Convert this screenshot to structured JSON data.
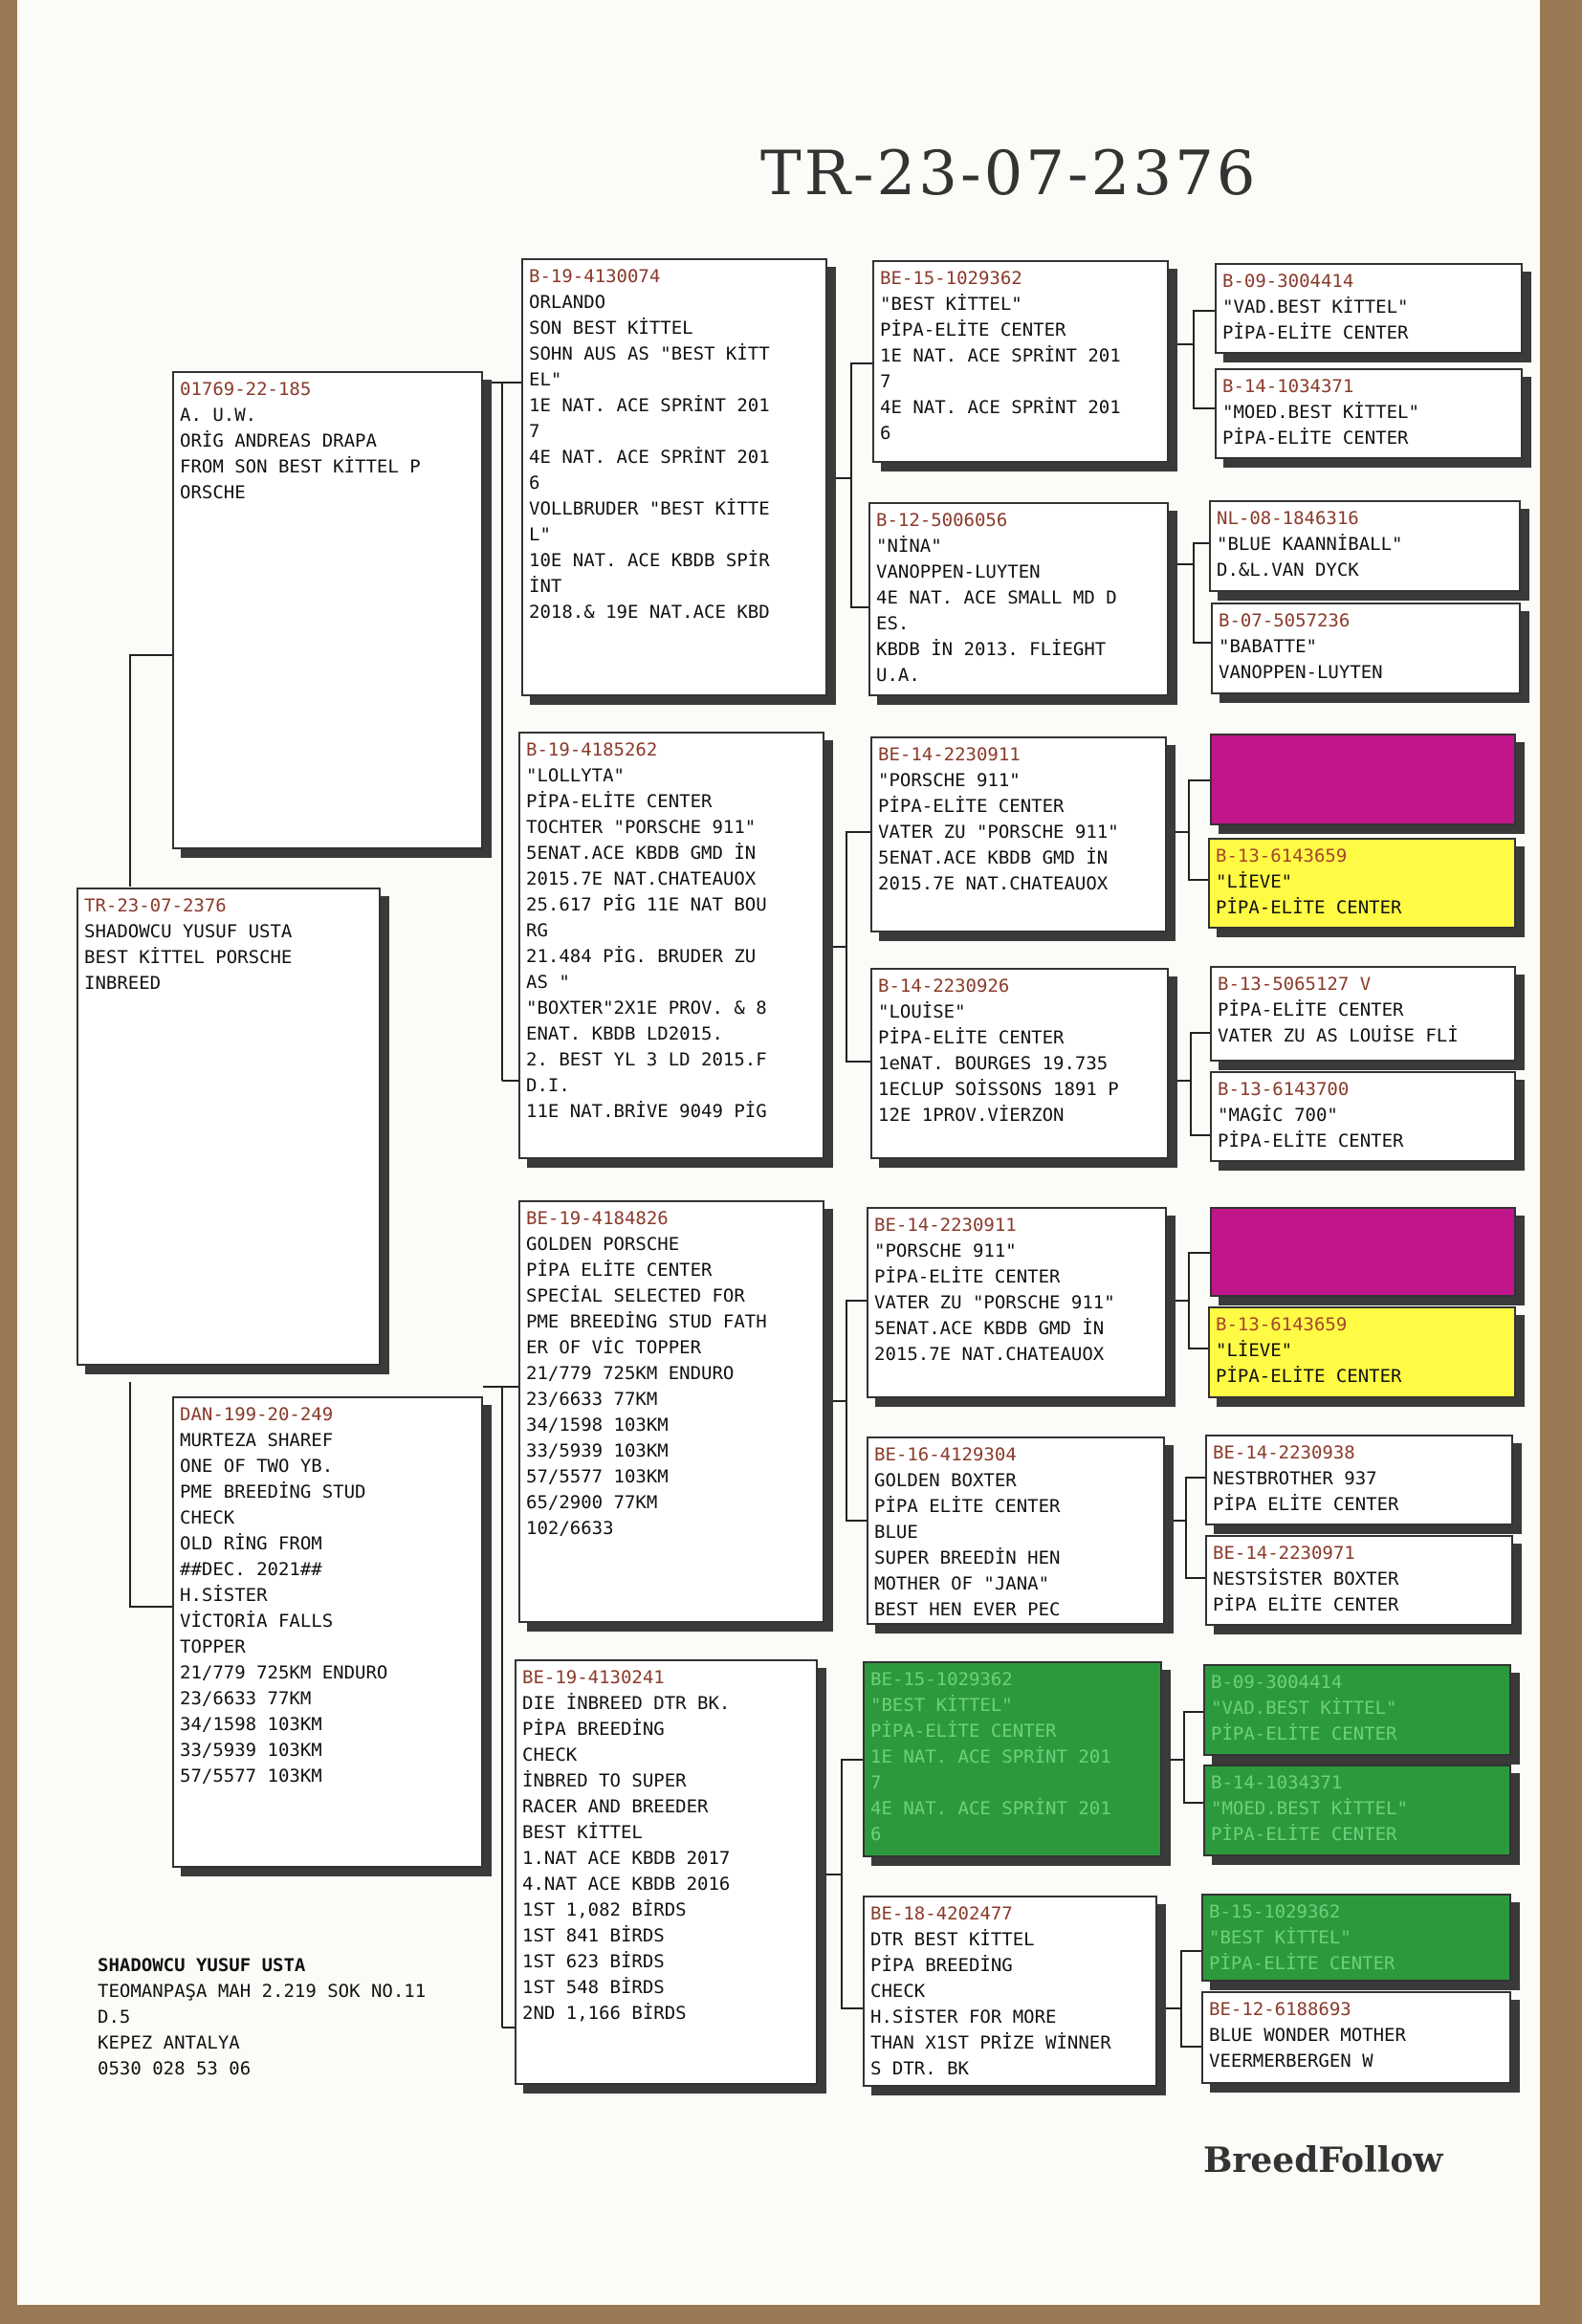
{
  "title": "TR-23-07-2376",
  "subject": {
    "ring": "TR-23-07-2376",
    "lines": [
      "SHADOWCU YUSUF USTA",
      "BEST KİTTEL PORSCHE",
      "INBREED"
    ]
  },
  "sire": {
    "ring": "01769-22-185",
    "lines": [
      "A. U.W.",
      "ORİG ANDREAS DRAPA",
      "FROM SON BEST KİTTEL P",
      "ORSCHE"
    ]
  },
  "dam": {
    "ring": "DAN-199-20-249",
    "lines": [
      "MURTEZA SHAREF",
      "ONE OF TWO YB.",
      "PME BREEDİNG STUD",
      "CHECK",
      "OLD RİNG FROM",
      "##DEC. 2021##",
      "H.SİSTER",
      "VİCTORİA FALLS",
      "TOPPER",
      "21/779 725KM ENDURO",
      "23/6633 77KM",
      "34/1598 103KM",
      "33/5939 103KM",
      "57/5577 103KM"
    ]
  },
  "g2": [
    {
      "ring": "B-19-4130074",
      "lines": [
        "ORLANDO",
        "SON BEST KİTTEL",
        "",
        "",
        "SOHN AUS AS \"BEST KİTT",
        "EL\"",
        "1E NAT. ACE SPRİNT 201",
        "7",
        "4E NAT. ACE SPRİNT 201",
        "6",
        "VOLLBRUDER \"BEST KİTTE",
        "L\"",
        "10E NAT. ACE KBDB SPİR",
        "İNT",
        "2018.& 19E NAT.ACE KBD"
      ]
    },
    {
      "ring": "B-19-4185262",
      "lines": [
        "\"LOLLYTA\"",
        "PİPA-ELİTE CENTER",
        "",
        "TOCHTER \"PORSCHE 911\"",
        "5ENAT.ACE KBDB GMD İN",
        "2015.7E NAT.CHATEAUOX",
        "25.617 PİG 11E NAT BOU",
        "RG",
        "21.484 PİG. BRUDER ZU",
        "AS \"",
        "\"BOXTER\"2X1E PROV. & 8",
        "ENAT. KBDB LD2015.",
        "2. BEST YL 3 LD 2015.F",
        "D.I.",
        "11E NAT.BRİVE 9049 PİG"
      ]
    },
    {
      "ring": "BE-19-4184826",
      "lines": [
        "GOLDEN PORSCHE",
        "PİPA ELİTE CENTER",
        "SPECİAL SELECTED FOR",
        "PME BREEDİNG STUD FATH",
        "ER OF VİC TOPPER",
        "21/779 725KM ENDURO",
        "23/6633 77KM",
        "34/1598 103KM",
        "33/5939 103KM",
        "57/5577 103KM",
        "65/2900 77KM",
        "102/6633"
      ]
    },
    {
      "ring": "BE-19-4130241",
      "lines": [
        "DIE İNBREED DTR BK.",
        "PİPA BREEDİNG",
        "CHECK",
        "İNBRED TO SUPER",
        "RACER AND BREEDER",
        "BEST KİTTEL",
        "1.NAT ACE KBDB 2017",
        "4.NAT ACE KBDB 2016",
        "1ST 1,082 BİRDS",
        "1ST 841 BİRDS",
        "1ST 623 BİRDS",
        "1ST 548 BİRDS",
        "2ND 1,166 BİRDS"
      ]
    }
  ],
  "g3": [
    {
      "ring": "BE-15-1029362",
      "lines": [
        "\"BEST KİTTEL\"",
        "PİPA-ELİTE CENTER",
        "1E NAT. ACE SPRİNT 201",
        "7",
        "4E NAT. ACE SPRİNT 201",
        "6"
      ]
    },
    {
      "ring": "B-12-5006056",
      "lines": [
        "\"NİNA\"",
        "VANOPPEN-LUYTEN",
        "4E NAT. ACE SMALL MD D",
        "ES.",
        "KBDB İN 2013. FLİEGHT",
        "U.A."
      ]
    },
    {
      "ring": "BE-14-2230911",
      "lines": [
        "\"PORSCHE 911\"",
        "PİPA-ELİTE CENTER",
        "VATER ZU \"PORSCHE 911\"",
        "",
        "5ENAT.ACE KBDB GMD İN",
        "2015.7E NAT.CHATEAUOX"
      ]
    },
    {
      "ring": "B-14-2230926",
      "lines": [
        "\"LOUİSE\"",
        "",
        "",
        "PİPA-ELİTE CENTER",
        "1eNAT. BOURGES 19.735",
        "1ECLUP SOİSSONS 1891 P",
        "12E 1PROV.VİERZON"
      ]
    },
    {
      "ring": "BE-14-2230911",
      "lines": [
        "\"PORSCHE 911\"",
        "PİPA-ELİTE CENTER",
        "VATER ZU \"PORSCHE 911\"",
        "",
        "5ENAT.ACE KBDB GMD İN",
        "2015.7E NAT.CHATEAUOX"
      ]
    },
    {
      "ring": "BE-16-4129304",
      "lines": [
        "GOLDEN BOXTER",
        "PİPA ELİTE CENTER",
        "BLUE",
        "SUPER BREEDİN HEN",
        "MOTHER OF \"JANA\"",
        "BEST HEN EVER PEC"
      ]
    },
    {
      "ring": "BE-15-1029362",
      "lines": [
        "\"BEST KİTTEL\"",
        "PİPA-ELİTE CENTER",
        "1E NAT. ACE SPRİNT 201",
        "7",
        "4E NAT. ACE SPRİNT 201",
        "6"
      ]
    },
    {
      "ring": "BE-18-4202477",
      "lines": [
        "DTR BEST KİTTEL",
        "PİPA BREEDİNG",
        "CHECK",
        "H.SİSTER FOR MORE",
        "THAN X1ST PRİZE WİNNER",
        "S DTR. BK"
      ]
    }
  ],
  "g4": [
    {
      "ring": "B-09-3004414",
      "lines": [
        "\"VAD.BEST KİTTEL\"",
        "PİPA-ELİTE CENTER"
      ]
    },
    {
      "ring": "B-14-1034371",
      "lines": [
        "\"MOED.BEST KİTTEL\"",
        "PİPA-ELİTE CENTER"
      ]
    },
    {
      "ring": "NL-08-1846316",
      "lines": [
        "\"BLUE KAANNİBALL\"",
        "D.&L.VAN DYCK"
      ]
    },
    {
      "ring": "B-07-5057236",
      "lines": [
        "\"BABATTE\"",
        "VANOPPEN-LUYTEN"
      ]
    },
    {
      "ring": "",
      "lines": []
    },
    {
      "ring": "B-13-6143659",
      "lines": [
        "\"LİEVE\"",
        "PİPA-ELİTE CENTER"
      ]
    },
    {
      "ring": "B-13-5065127 V",
      "lines": [
        "PİPA-ELİTE CENTER",
        "VATER ZU AS LOUİSE FLİ"
      ]
    },
    {
      "ring": "B-13-6143700",
      "lines": [
        "\"MAGİC 700\"",
        "PİPA-ELİTE CENTER"
      ]
    },
    {
      "ring": "",
      "lines": []
    },
    {
      "ring": "B-13-6143659",
      "lines": [
        "\"LİEVE\"",
        "PİPA-ELİTE CENTER"
      ]
    },
    {
      "ring": "BE-14-2230938",
      "lines": [
        "NESTBROTHER 937",
        "PİPA ELİTE CENTER"
      ]
    },
    {
      "ring": "BE-14-2230971",
      "lines": [
        "NESTSİSTER BOXTER",
        "PİPA ELİTE CENTER"
      ]
    },
    {
      "ring": "B-09-3004414",
      "lines": [
        "\"VAD.BEST KİTTEL\"",
        "PİPA-ELİTE CENTER"
      ]
    },
    {
      "ring": "B-14-1034371",
      "lines": [
        "\"MOED.BEST KİTTEL\"",
        "PİPA-ELİTE CENTER"
      ]
    },
    {
      "ring": "B-15-1029362",
      "lines": [
        "\"BEST KİTTEL\"",
        "PİPA-ELİTE CENTER"
      ]
    },
    {
      "ring": "BE-12-6188693",
      "lines": [
        "BLUE WONDER MOTHER",
        "VEERMERBERGEN W"
      ]
    }
  ],
  "owner": {
    "name": "SHADOWCU YUSUF USTA",
    "lines": [
      "TEOMANPAŞA MAH 2.219 SOK NO.11",
      "D.5",
      "",
      "KEPEZ ANTALYA",
      "0530 028 53 06"
    ]
  },
  "brand": "BreedFollow",
  "colors": {
    "ring_text": "#8a3a2a",
    "green": "#2c9a3c",
    "magenta": "#c0168a",
    "yellow": "#fffa44"
  }
}
